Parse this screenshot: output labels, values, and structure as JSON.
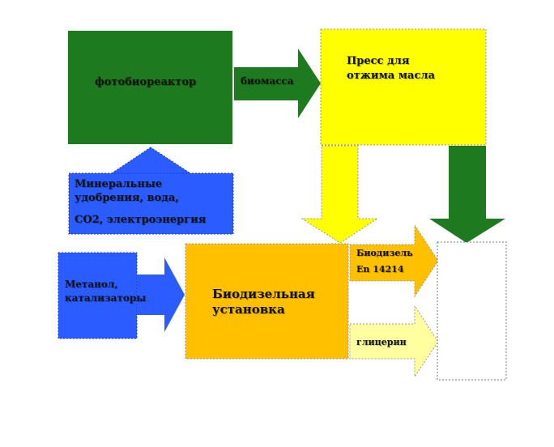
{
  "diagram": {
    "nodes": {
      "photobioreactor": {
        "label": "фотобиореактор",
        "color": "#1e7a1e"
      },
      "press": {
        "label_lines": [
          "Пресс для",
          "отжима масла"
        ],
        "color": "#ffff00"
      },
      "minerals": {
        "label_lines": [
          "Минеральные",
          "удобрения, вода,",
          "CO2, электроэнергия"
        ],
        "color": "#2a5cff"
      },
      "methanol": {
        "label_lines": [
          "Метанол,",
          "катализаторы"
        ],
        "color": "#2a5cff"
      },
      "biodiesel_plant": {
        "label_lines": [
          "Биодизельная",
          "установка"
        ],
        "color": "#ffc000"
      },
      "output_box": {
        "label": "",
        "color": "#ffffff"
      }
    },
    "arrows": {
      "biomass": {
        "label": "биомасса",
        "color": "#1e7a1e"
      },
      "biodiesel": {
        "label_lines": [
          "Биодизель",
          "En 14214"
        ],
        "color": "#ffc000"
      },
      "glycerin": {
        "label": "глицерин",
        "color": "#ffffa0"
      }
    }
  }
}
